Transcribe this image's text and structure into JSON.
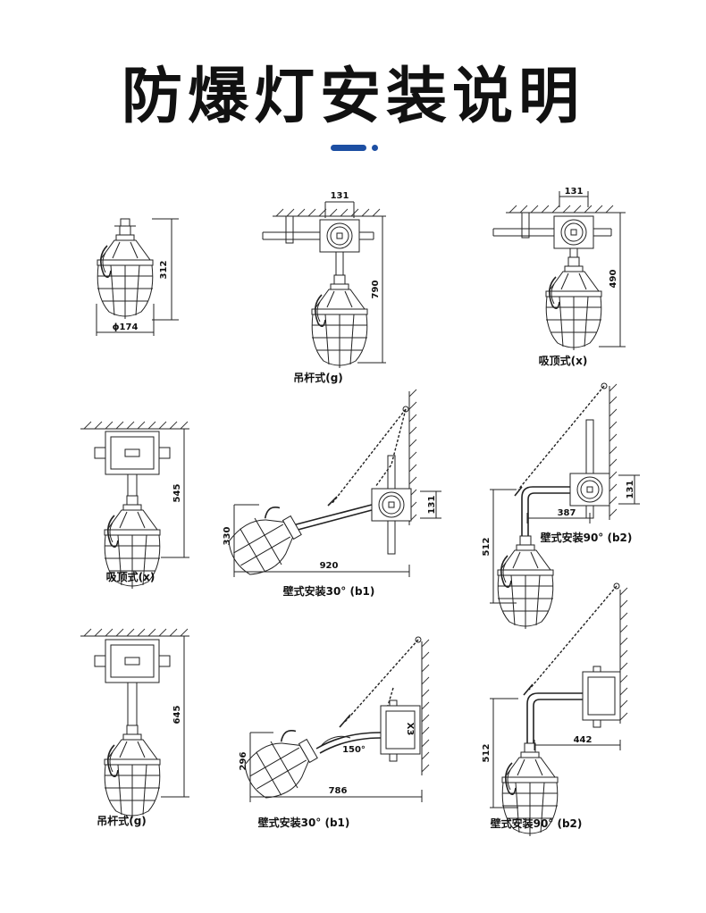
{
  "page": {
    "title": "防爆灯安装说明"
  },
  "colors": {
    "accent": "#1d4fa3",
    "ink": "#111111",
    "background": "#ffffff"
  },
  "diagrams": [
    {
      "id": "d1",
      "caption": "",
      "dimensions": [
        "312",
        "ϕ174"
      ]
    },
    {
      "id": "d2",
      "caption": "吊杆式(g)",
      "dimensions": [
        "131",
        "790"
      ]
    },
    {
      "id": "d3",
      "caption": "吸顶式(x)",
      "dimensions": [
        "131",
        "490"
      ]
    },
    {
      "id": "d4",
      "caption": "吸顶式(x)",
      "dimensions": [
        "545"
      ]
    },
    {
      "id": "d5",
      "caption": "壁式安装30° (b1)",
      "dimensions": [
        "131",
        "330",
        "920"
      ]
    },
    {
      "id": "d6",
      "caption": "壁式安装90° (b2)",
      "dimensions": [
        "131",
        "387",
        "512"
      ]
    },
    {
      "id": "d7",
      "caption": "吊杆式(g)",
      "dimensions": [
        "645"
      ]
    },
    {
      "id": "d8",
      "caption": "壁式安装30° (b1)",
      "dimensions": [
        "296",
        "786",
        "150°",
        "X3"
      ]
    },
    {
      "id": "d9",
      "caption": "壁式安装90° (b2)",
      "dimensions": [
        "512",
        "442"
      ]
    }
  ]
}
